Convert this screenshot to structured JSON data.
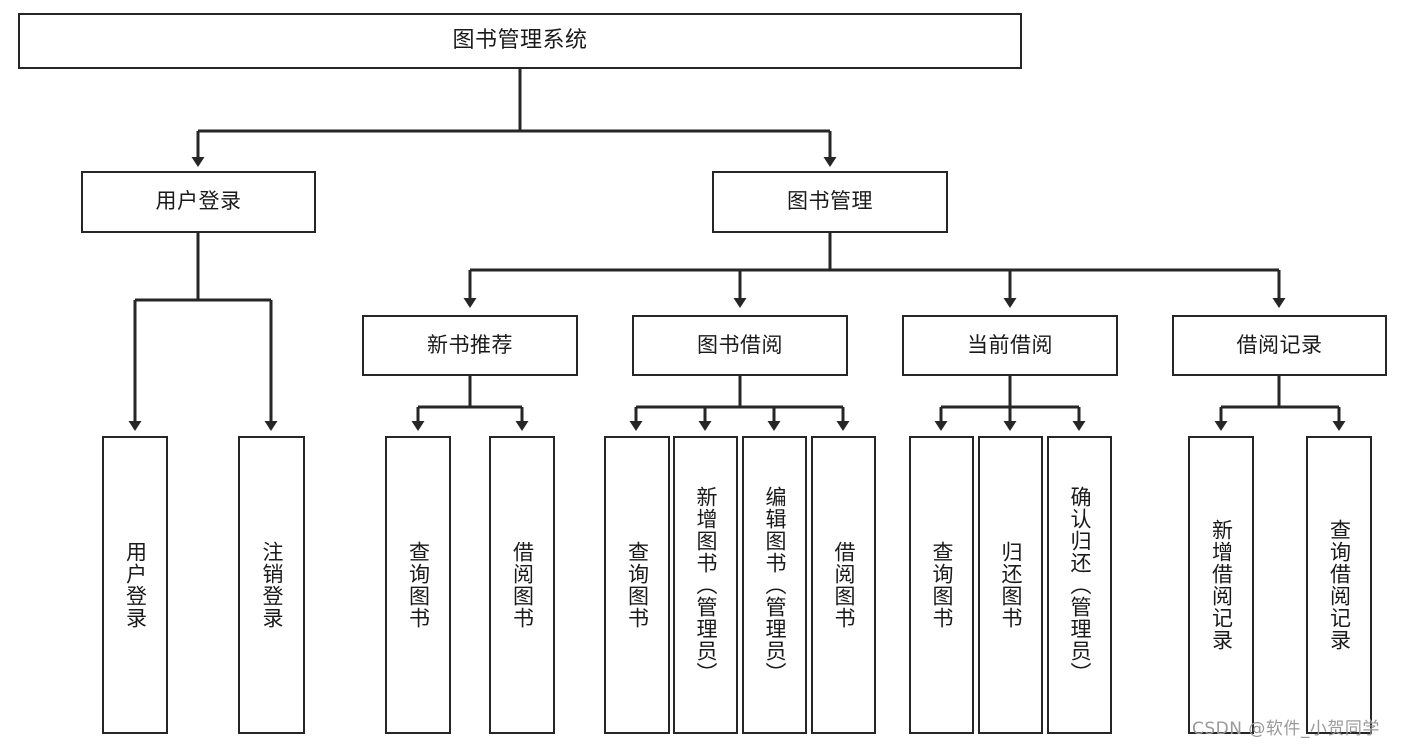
{
  "diagram": {
    "title": "图书管理系统",
    "type": "hierarchy-tree",
    "theme": {
      "background": "#ffffff",
      "box_border": "#262626",
      "box_fill": "#ffffff",
      "connector": "#262626",
      "text": "#1a1a1a",
      "watermark": "#9a9a9a"
    },
    "root": {
      "label": "图书管理系统"
    },
    "level2": [
      {
        "label": "用户登录"
      },
      {
        "label": "图书管理"
      }
    ],
    "level3": [
      {
        "label": "新书推荐"
      },
      {
        "label": "图书借阅"
      },
      {
        "label": "当前借阅"
      },
      {
        "label": "借阅记录"
      }
    ],
    "leaves": {
      "user_login": [
        {
          "label": "用户登录"
        },
        {
          "label": "注销登录"
        }
      ],
      "new_book_recommend": [
        {
          "label": "查询图书"
        },
        {
          "label": "借阅图书"
        }
      ],
      "book_borrow": [
        {
          "label": "查询图书"
        },
        {
          "label": "新增图书（管理员）"
        },
        {
          "label": "编辑图书（管理员）"
        },
        {
          "label": "借阅图书"
        }
      ],
      "current_borrow": [
        {
          "label": "查询图书"
        },
        {
          "label": "归还图书"
        },
        {
          "label": "确认归还（管理员）"
        }
      ],
      "borrow_record": [
        {
          "label": "新增借阅记录"
        },
        {
          "label": "查询借阅记录"
        }
      ]
    }
  },
  "watermark": {
    "text": "CSDN @软件_小贺同学"
  }
}
